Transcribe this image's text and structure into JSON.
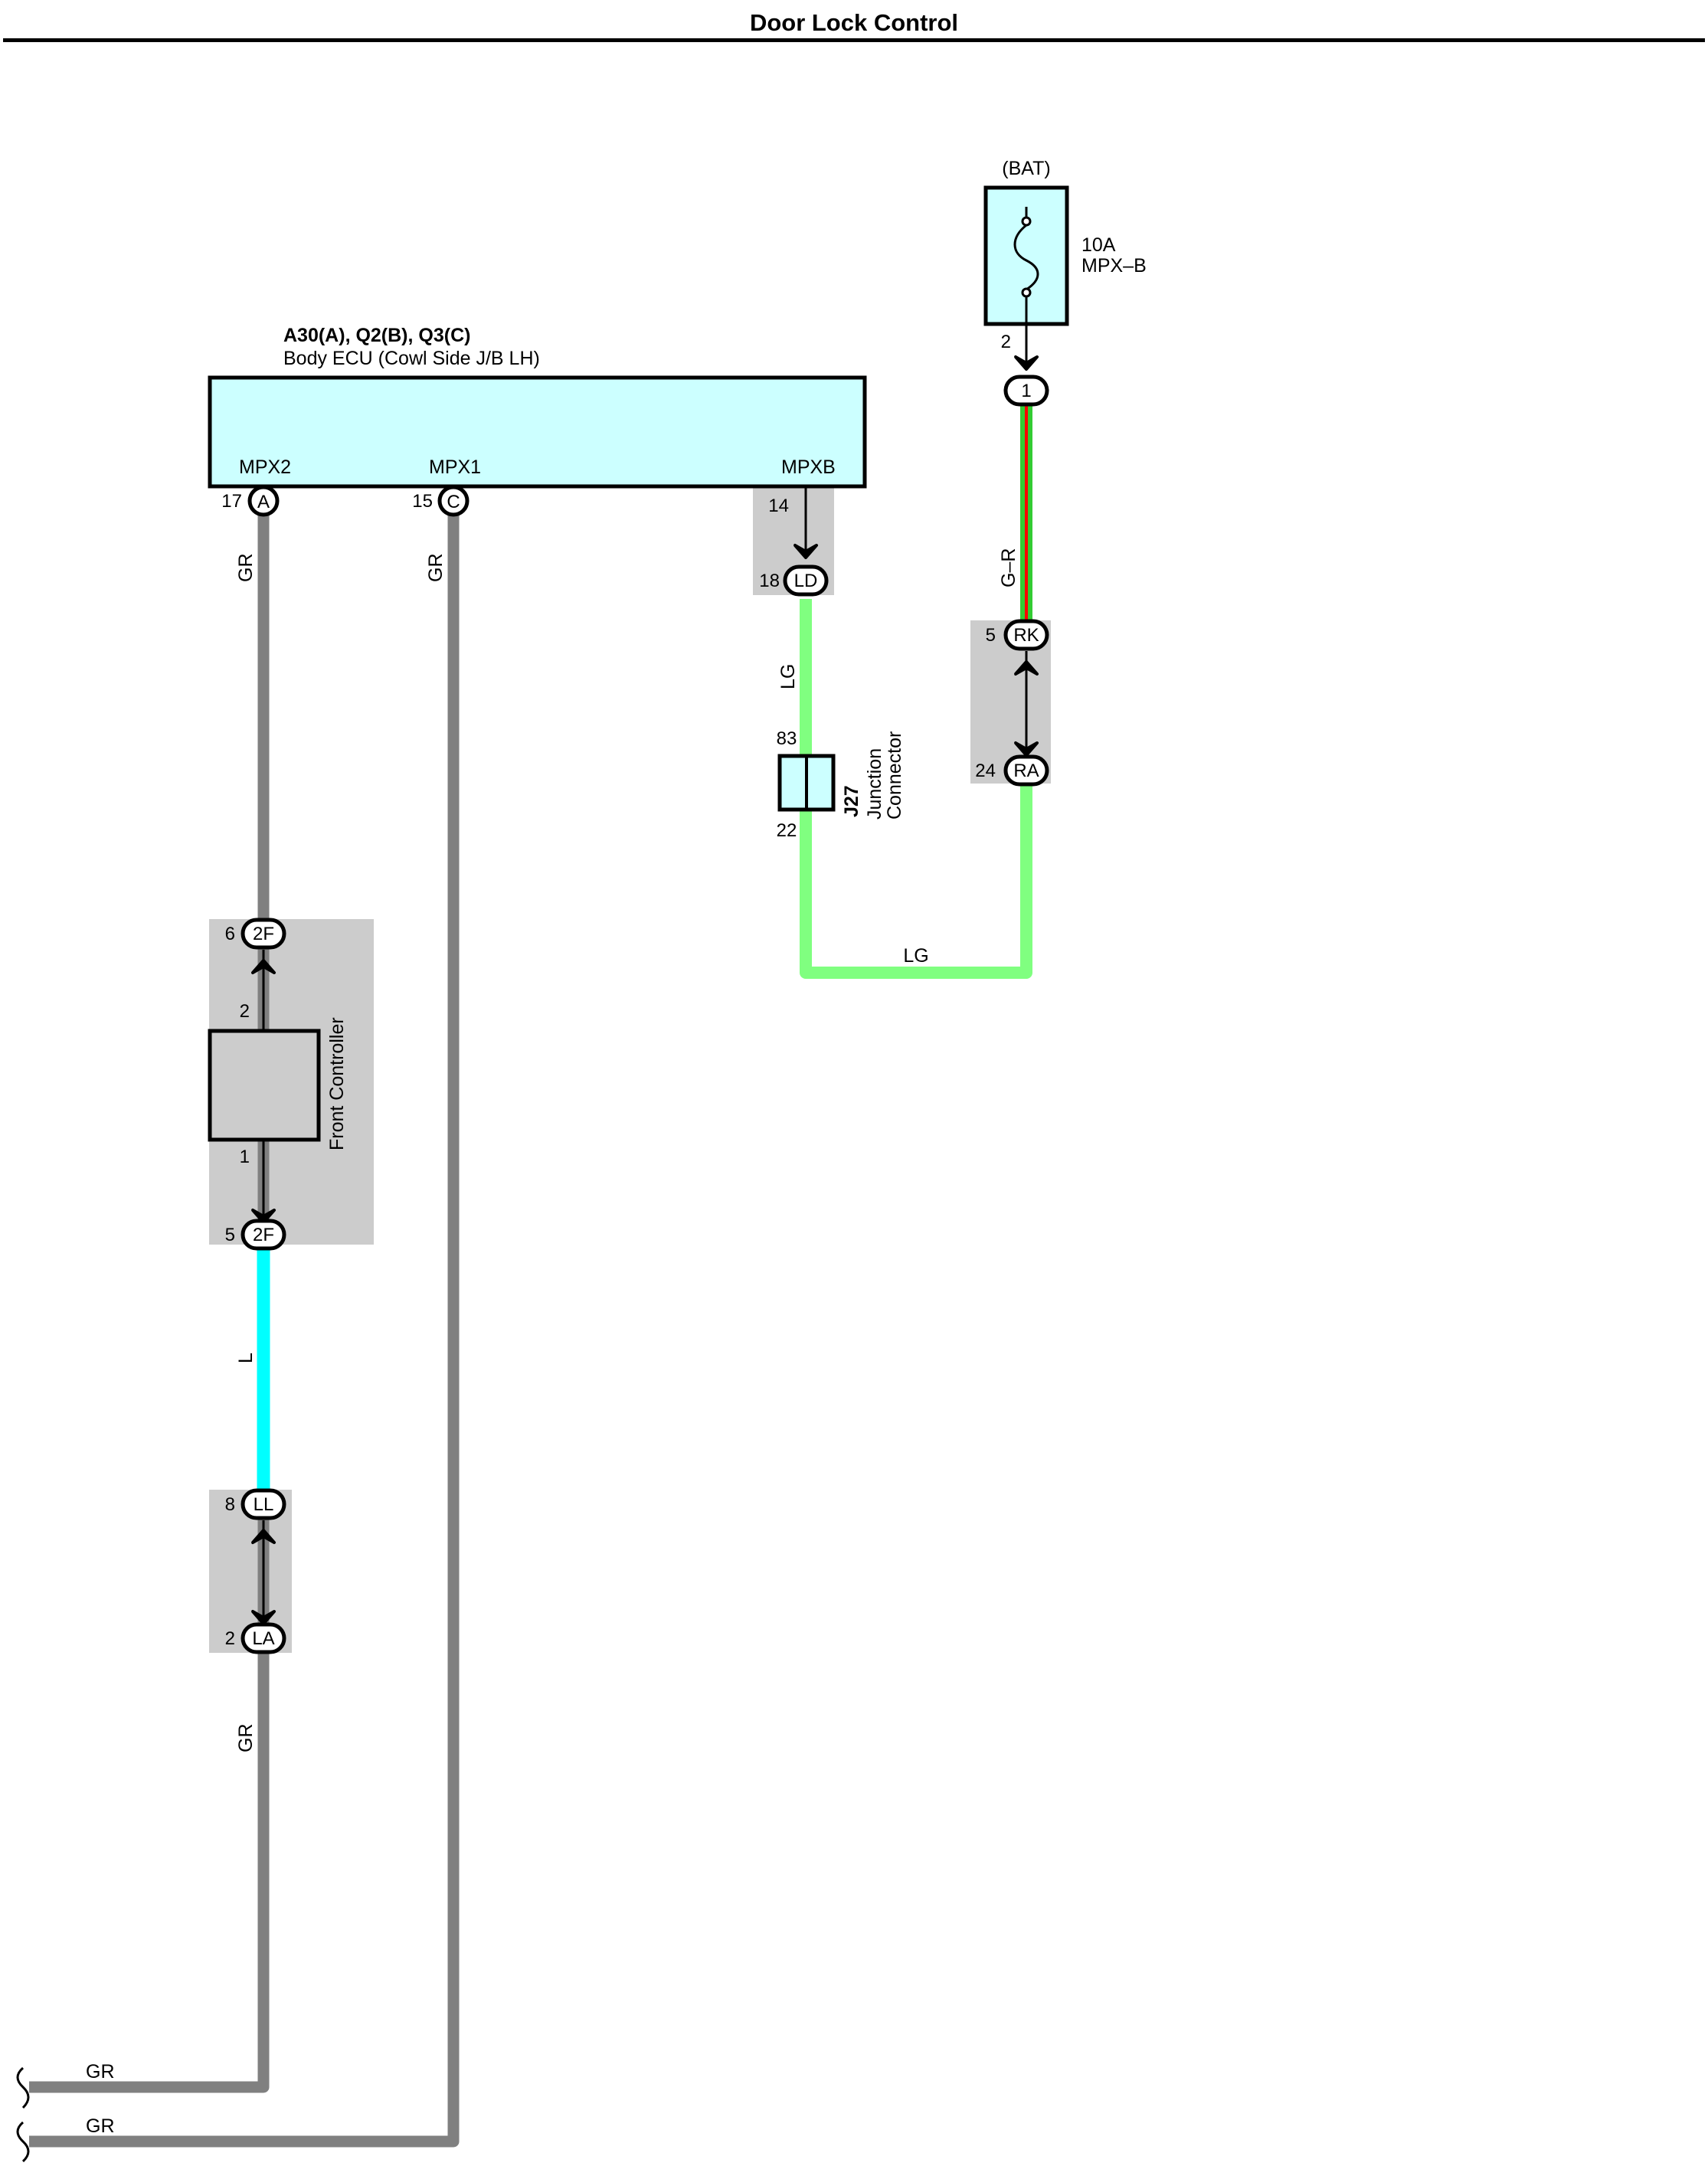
{
  "header": {
    "title": "Door Lock Control"
  },
  "ecu": {
    "codes": "A30(A), Q2(B), Q3(C)",
    "name": "Body ECU (Cowl Side J/B LH)",
    "terminals": {
      "mpx2": "MPX2",
      "mpx1": "MPX1",
      "mpxb": "MPXB"
    }
  },
  "fuse": {
    "source": "(BAT)",
    "rating": "10A",
    "name": "MPX–B",
    "pin": "2"
  },
  "connectors": {
    "ecu_a": {
      "code": "A",
      "pin": "17"
    },
    "ecu_c": {
      "code": "C",
      "pin": "15"
    },
    "ecu_b_pin": "14",
    "ld": {
      "code": "LD",
      "pin": "18"
    },
    "fuse_out": {
      "code": "1"
    },
    "rk": {
      "code": "RK",
      "pin": "5"
    },
    "ra": {
      "code": "RA",
      "pin": "24"
    },
    "f2_top": {
      "code": "2F",
      "pin": "6"
    },
    "f2_bot": {
      "code": "2F",
      "pin": "5"
    },
    "ll": {
      "code": "LL",
      "pin": "8"
    },
    "la": {
      "code": "LA",
      "pin": "2"
    }
  },
  "junction": {
    "id": "J27",
    "name_line1": "Junction",
    "name_line2": "Connector",
    "pin_top": "83",
    "pin_bottom": "22"
  },
  "front_controller": {
    "name": "Front Controller",
    "pin_top": "2",
    "pin_bottom": "1"
  },
  "wires": {
    "gr_left": "GR",
    "gr_mid": "GR",
    "lg_vert": "LG",
    "g_r": "G–R",
    "lg_horiz": "LG",
    "l_blue": "L",
    "gr_lower": "GR",
    "gr_bottom1": "GR",
    "gr_bottom2": "GR"
  },
  "colors": {
    "component_fill": "#ccffff",
    "shade": "#cccccc",
    "wire_gray": "#808080",
    "wire_lg": "#80ff80",
    "wire_l": "#00ffff",
    "wire_g": "#33cc33",
    "wire_r": "#ff0000"
  }
}
